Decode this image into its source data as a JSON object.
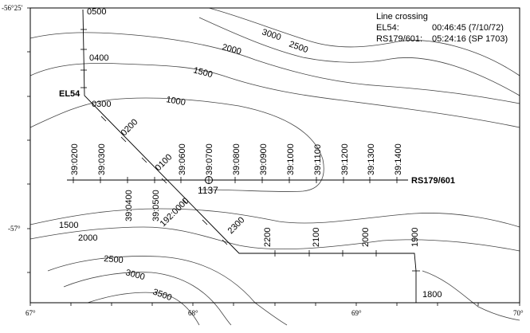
{
  "map": {
    "lat_labels": [
      "-56°25'",
      "-57°"
    ],
    "lon_labels": [
      "67°",
      "68°",
      "69°",
      "70°"
    ]
  },
  "info": {
    "title": "Line crossing",
    "line1_name": "EL54:",
    "line1_value": "00:46:45 (7/10/72)",
    "line2_name": "RS179/601:",
    "line2_value": "05:24:16 (SP 1703)"
  },
  "lines": {
    "el54": "EL54",
    "rs179": "RS179/601"
  },
  "crossing": {
    "label": "1137"
  },
  "contours": [
    "3000",
    "2500",
    "2000",
    "1500",
    "1000",
    "1500",
    "2000",
    "2500",
    "3000",
    "3500"
  ],
  "el54_shots": [
    "0500",
    "0400",
    "0300",
    "0200",
    "0100",
    "192:0000",
    "2300",
    "2200",
    "2100",
    "2000",
    "1900",
    "1800"
  ],
  "rs_shots": [
    "39:0200",
    "39:0300",
    "39:0400",
    "39:0500",
    "39:0600",
    "39:0700",
    "39:0800",
    "39:0900",
    "39:1000",
    "39:1100",
    "39:1200",
    "39:1300",
    "39:1400"
  ]
}
